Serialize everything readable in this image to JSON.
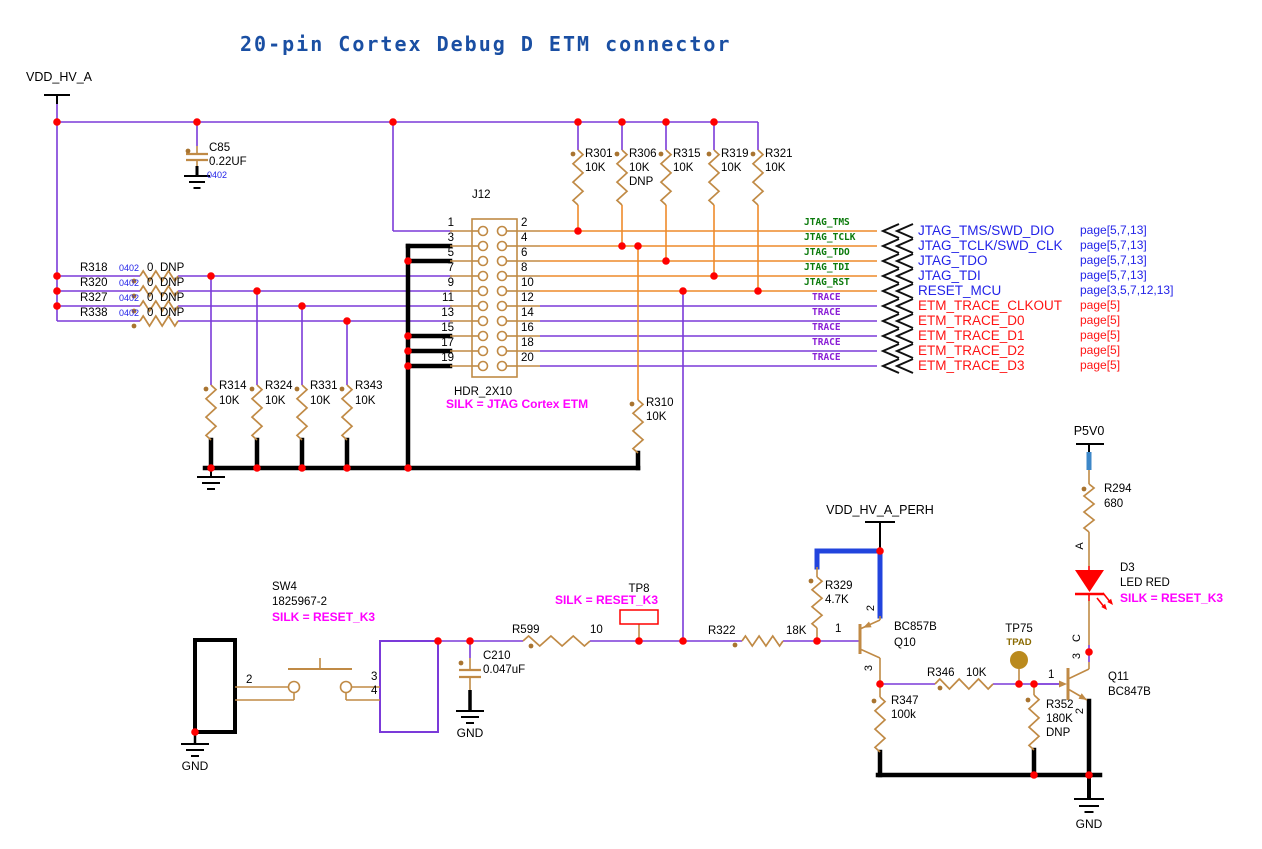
{
  "title": "20-pin Cortex Debug D ETM connector",
  "power_labels": {
    "vdd_hv_a": "VDD_HV_A",
    "vdd_hv_a_perh": "VDD_HV_A_PERH",
    "p5v0": "P5V0",
    "gnd": "GND"
  },
  "connector": {
    "ref": "J12",
    "footprint": "HDR_2X10",
    "silk": "SILK = JTAG Cortex ETM",
    "left_pins": [
      "1",
      "3",
      "5",
      "7",
      "9",
      "11",
      "13",
      "15",
      "17",
      "19"
    ],
    "right_pins": [
      "2",
      "4",
      "6",
      "8",
      "10",
      "12",
      "14",
      "16",
      "18",
      "20"
    ]
  },
  "net_rows": [
    {
      "wire_label": "JTAG_TMS",
      "net": "JTAG_TMS/SWD_DIO",
      "page": "page[5,7,13]"
    },
    {
      "wire_label": "JTAG_TCLK",
      "net": "JTAG_TCLK/SWD_CLK",
      "page": "page[5,7,13]"
    },
    {
      "wire_label": "JTAG_TDO",
      "net": "JTAG_TDO",
      "page": "page[5,7,13]"
    },
    {
      "wire_label": "JTAG_TDI",
      "net": "JTAG_TDI",
      "page": "page[5,7,13]"
    },
    {
      "wire_label": "JTAG_RST",
      "net": "RESET_MCU",
      "page": "page[3,5,7,12,13]"
    },
    {
      "wire_label": "TRACE",
      "net": "ETM_TRACE_CLKOUT",
      "page": "page[5]"
    },
    {
      "wire_label": "TRACE",
      "net": "ETM_TRACE_D0",
      "page": "page[5]"
    },
    {
      "wire_label": "TRACE",
      "net": "ETM_TRACE_D1",
      "page": "page[5]"
    },
    {
      "wire_label": "TRACE",
      "net": "ETM_TRACE_D2",
      "page": "page[5]"
    },
    {
      "wire_label": "TRACE",
      "net": "ETM_TRACE_D3",
      "page": "page[5]"
    }
  ],
  "pullups": [
    {
      "ref": "R301",
      "value": "10K",
      "dnp": ""
    },
    {
      "ref": "R306",
      "value": "10K",
      "dnp": "DNP"
    },
    {
      "ref": "R315",
      "value": "10K",
      "dnp": ""
    },
    {
      "ref": "R319",
      "value": "10K",
      "dnp": ""
    },
    {
      "ref": "R321",
      "value": "10K",
      "dnp": ""
    }
  ],
  "series_dnp": [
    {
      "ref": "R318",
      "size": "0402",
      "value": "0",
      "dnp": "DNP"
    },
    {
      "ref": "R320",
      "size": "0402",
      "value": "0",
      "dnp": "DNP"
    },
    {
      "ref": "R327",
      "size": "0402",
      "value": "0",
      "dnp": "DNP"
    },
    {
      "ref": "R338",
      "size": "0402",
      "value": "0",
      "dnp": "DNP"
    }
  ],
  "pulldowns": [
    {
      "ref": "R314",
      "value": "10K"
    },
    {
      "ref": "R324",
      "value": "10K"
    },
    {
      "ref": "R331",
      "value": "10K"
    },
    {
      "ref": "R343",
      "value": "10K"
    }
  ],
  "r310": {
    "ref": "R310",
    "value": "10K"
  },
  "c85": {
    "ref": "C85",
    "value": "0.22UF",
    "size": "0402"
  },
  "c210": {
    "ref": "C210",
    "value": "0.047uF"
  },
  "sw4": {
    "ref": "SW4",
    "part": "1825967-2",
    "silk": "SILK = RESET_K3",
    "pin2": "2",
    "pin3": "3",
    "pin4": "4"
  },
  "tp8": {
    "ref": "TP8",
    "silk": "SILK = RESET_K3"
  },
  "tp75": {
    "ref": "TP75",
    "type": "TPAD"
  },
  "r599": {
    "ref": "R599",
    "value": "10"
  },
  "r322": {
    "ref": "R322",
    "value": "18K"
  },
  "r329": {
    "ref": "R329",
    "value": "4.7K"
  },
  "r347": {
    "ref": "R347",
    "value": "100k"
  },
  "r346": {
    "ref": "R346",
    "value": "10K"
  },
  "r352": {
    "ref": "R352",
    "value": "180K",
    "dnp": "DNP"
  },
  "q10": {
    "ref": "Q10",
    "part": "BC857B",
    "pin_base": "1",
    "pin_emitter": "2",
    "pin_collector": "3"
  },
  "q11": {
    "ref": "Q11",
    "part": "BC847B",
    "pin_base": "1",
    "pin_emitter": "2",
    "pin_collector": "3",
    "collector_label": "C"
  },
  "d3": {
    "ref": "D3",
    "desc": "LED RED",
    "silk": "SILK = RESET_K3",
    "anode_label": "A"
  },
  "r294": {
    "ref": "R294",
    "value": "680"
  }
}
